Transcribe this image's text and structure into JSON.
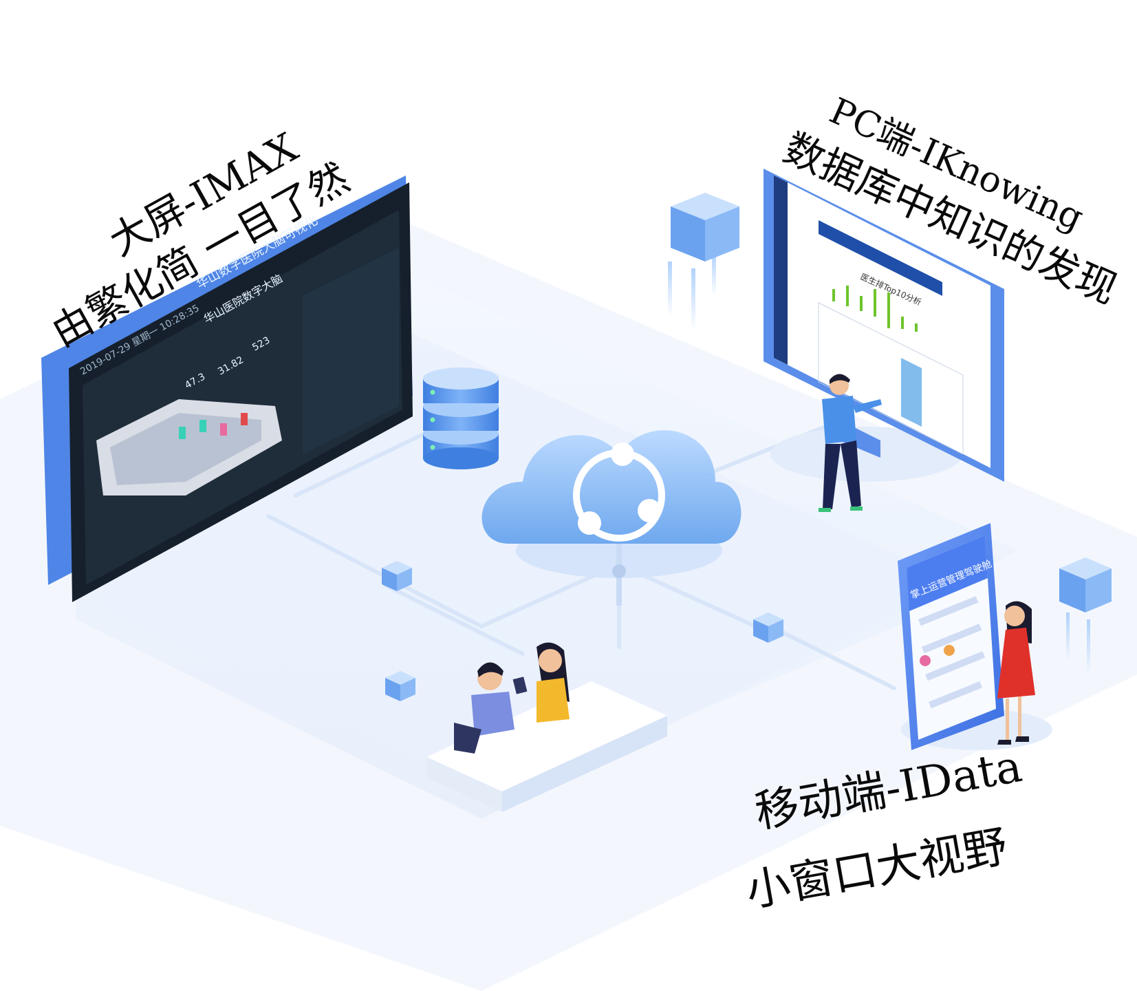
{
  "captions": {
    "big_screen_title": "大屏-IMAX",
    "big_screen_subtitle": "由繁化简 一目了然",
    "pc_title": "PC端-IKnowing",
    "pc_subtitle": "数据库中知识的发现",
    "mobile_title": "移动端-IData",
    "mobile_subtitle": "小窗口大视野"
  },
  "big_screen": {
    "date_text": "2019-07-29 星期一 10:28:35",
    "title_main": "华山数字医院大脑可视化",
    "title_sub": "华山医院数字大脑",
    "stat_1": "47.3",
    "stat_2": "31.82",
    "stat_3": "523"
  },
  "pc_screen": {
    "chart_title": "医生排Top10分析"
  },
  "mobile_screen": {
    "banner_text": "掌上运营管理驾驶舱"
  },
  "colors": {
    "primary_blue": "#4f8ef7",
    "dark_screen": "#16202c",
    "platform": "#e9f1fc",
    "cloud": "#7fb5f4"
  }
}
